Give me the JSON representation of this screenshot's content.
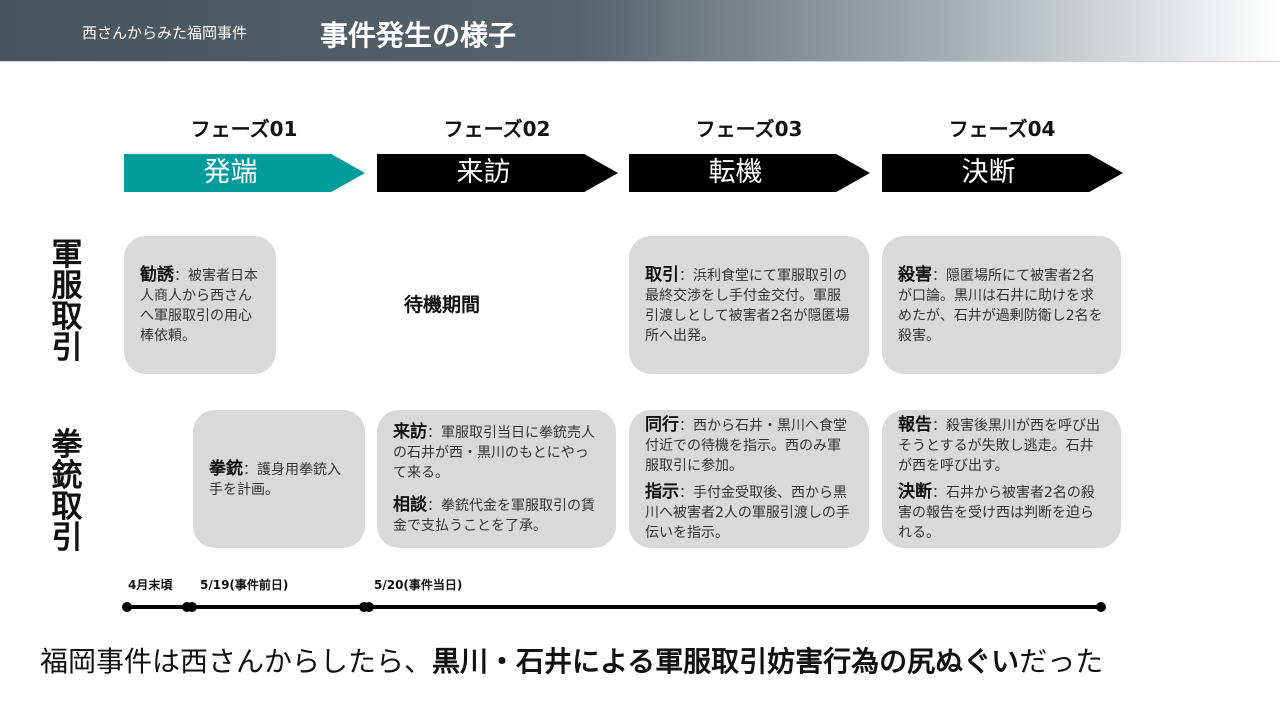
{
  "header": {
    "subtitle": "西さんからみた福岡事件",
    "title": "事件発生の様子"
  },
  "phases": [
    {
      "label": "フェーズ01",
      "name": "発端"
    },
    {
      "label": "フェーズ02",
      "name": "来訪"
    },
    {
      "label": "フェーズ03",
      "name": "転機"
    },
    {
      "label": "フェーズ04",
      "name": "決断"
    }
  ],
  "colors": {
    "active_phase": "#009b9b",
    "phase": "#000000",
    "box": "#d9d9d9"
  },
  "rows": {
    "uniform": "軍服取引",
    "pistol": "拳銃取引"
  },
  "uniform": {
    "p1": {
      "head": "勧誘",
      "body": "：被害者日本人商人から西さんへ軍服取引の用心棒依頼。"
    },
    "p2": "待機期間",
    "p3": {
      "head": "取引",
      "body": "：浜利食堂にて軍服取引の最終交渉をし手付金交付。軍服引渡しとして被害者2名が隠匿場所へ出発。"
    },
    "p4": {
      "head": "殺害",
      "body": "：隠匿場所にて被害者2名が口論。黒川は石井に助けを求めたが、石井が過剰防衛し2名を殺害。"
    }
  },
  "pistol": {
    "p1": {
      "head": "拳銃",
      "body": "：護身用拳銃入手を計画。"
    },
    "p2": [
      {
        "head": "来訪",
        "body": "：軍服取引当日に拳銃売人の石井が西・黒川のもとにやって来る。"
      },
      {
        "head": "相談",
        "body": "：拳銃代金を軍服取引の賃金で支払うことを了承。"
      }
    ],
    "p3": [
      {
        "head": "同行",
        "body": "：西から石井・黒川へ食堂付近での待機を指示。西のみ軍服取引に参加。"
      },
      {
        "head": "指示",
        "body": "：手付金受取後、西から黒川へ被害者2人の軍服引渡しの手伝いを指示。"
      }
    ],
    "p4": [
      {
        "head": "報告",
        "body": "：殺害後黒川が西を呼び出そうとするが失敗し逃走。石井が西を呼び出す。"
      },
      {
        "head": "決断",
        "body": "：石井から被害者2名の殺害の報告を受け西は判断を迫られる。"
      }
    ]
  },
  "timeline": [
    "4月末頃",
    "5/19(事件前日)",
    "5/20(事件当日)"
  ],
  "conclusion": {
    "pre": "福岡事件は西さんからしたら、",
    "bold": "黒川・石井による軍服取引妨害行為の尻ぬぐい",
    "post": "だった"
  }
}
